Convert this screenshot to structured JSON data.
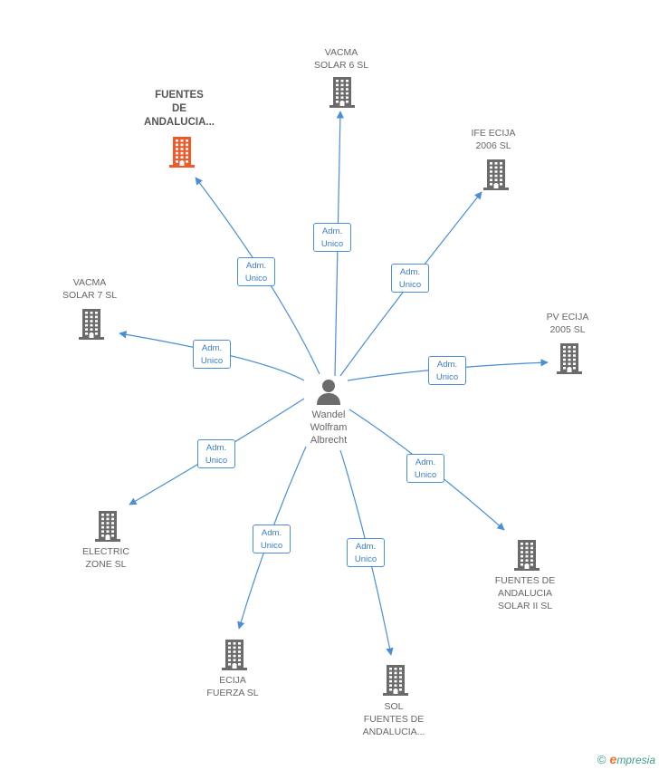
{
  "center": {
    "name": "Wandel\nWolfram\nAlbrecht",
    "icon": "person-icon"
  },
  "companies": [
    {
      "id": "vacma6",
      "label": "VACMA\nSOLAR 6 SL",
      "highlight": false
    },
    {
      "id": "fuentes",
      "label": "FUENTES\nDE\nANDALUCIA...",
      "highlight": true
    },
    {
      "id": "ifeecija",
      "label": "IFE ECIJA\n2006 SL",
      "highlight": false
    },
    {
      "id": "vacma7",
      "label": "VACMA\nSOLAR 7 SL",
      "highlight": false
    },
    {
      "id": "pvecija",
      "label": "PV ECIJA\n2005 SL",
      "highlight": false
    },
    {
      "id": "electric",
      "label": "ELECTRIC\nZONE SL",
      "highlight": false
    },
    {
      "id": "fsolar2",
      "label": "FUENTES DE\nANDALUCIA\nSOLAR II SL",
      "highlight": false
    },
    {
      "id": "ecija",
      "label": "ECIJA\nFUERZA SL",
      "highlight": false
    },
    {
      "id": "sol",
      "label": "SOL\nFUENTES DE\nANDALUCIA...",
      "highlight": false
    }
  ],
  "role": {
    "line1": "Adm.",
    "line2": "Unico"
  },
  "colors": {
    "edge": "#4a8fd6",
    "building": "#6b6b6b",
    "highlight_building": "#f05a28",
    "text": "#666666"
  },
  "footer": {
    "copyright": "©",
    "brand_initial": "e",
    "brand_rest": "mpresia"
  }
}
